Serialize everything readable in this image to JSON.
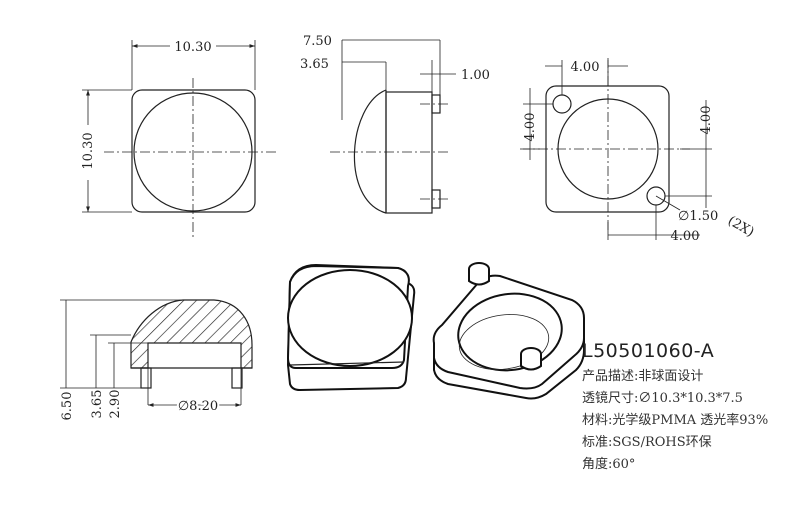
{
  "dimensions": {
    "front_width": "10.30",
    "front_height": "10.30",
    "side_total": "7.50",
    "side_dome": "3.65",
    "side_pin": "1.00",
    "bottom_top_pitch": "4.00",
    "bottom_left_pitch": "4.00",
    "bottom_right_pitch": "4.00",
    "bottom_lower_pitch": "4.00",
    "hole_diameter": "∅1.50",
    "hole_count": "(2X)",
    "section_total": "6.50",
    "section_dome": "3.65",
    "section_base": "2.90",
    "section_inner_dia": "∅8.20"
  },
  "product": {
    "model": "L50501060-A",
    "specs": [
      {
        "label": "产品描述:",
        "value": "非球面设计"
      },
      {
        "label": "透镜尺寸:",
        "value": "∅10.3*10.3*7.5"
      },
      {
        "label": "材料:",
        "value": "光学级PMMA 透光率93%"
      },
      {
        "label": "标准:",
        "value": "SGS/ROHS环保"
      },
      {
        "label": "角度:",
        "value": "60°"
      }
    ]
  }
}
